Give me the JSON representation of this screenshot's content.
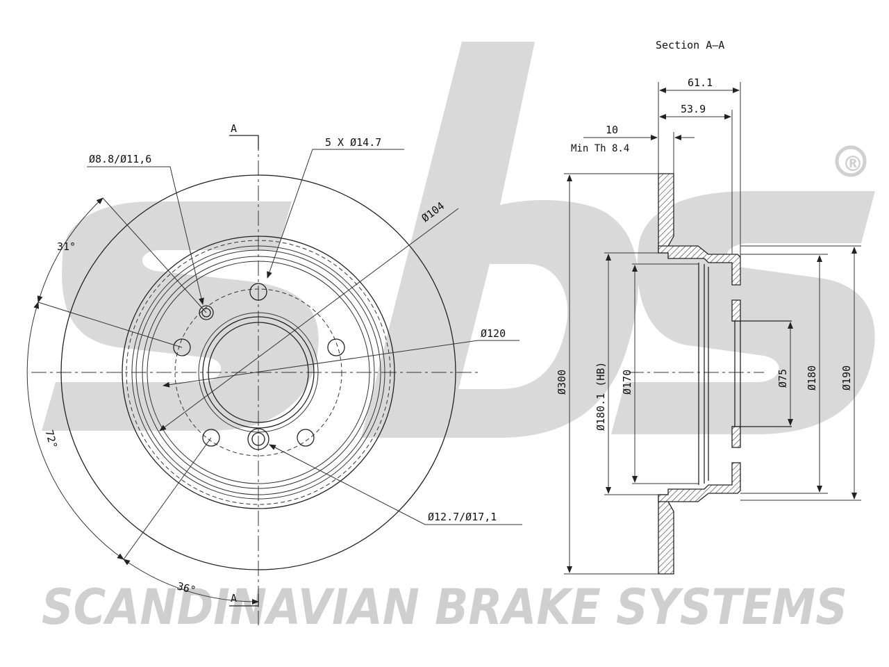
{
  "watermark": {
    "logo": "sbs",
    "registered": "®",
    "company": "SCANDINAVIAN BRAKE SYSTEMS"
  },
  "front_view": {
    "section_marker_top": "A",
    "section_marker_bottom": "A",
    "labels": {
      "bolt_holes": "5 X Ø14.7",
      "small_hole": "Ø8.8/Ø11,6",
      "pcd": "Ø104",
      "hub_dia": "Ø120",
      "wheel_hole": "Ø12.7/Ø17,1",
      "angle_31": "31°",
      "angle_72": "72°",
      "angle_36": "36°"
    }
  },
  "section_view": {
    "title": "Section A–A",
    "labels": {
      "total_height": "61.1",
      "hat_height": "53.9",
      "thickness": "10",
      "min_thickness": "Min Th 8.4",
      "outer_dia": "Ø300",
      "hb_dia": "Ø180.1 (HB)",
      "dia_170": "Ø170",
      "center_bore": "Ø75",
      "dia_180": "Ø180",
      "dia_190": "Ø190"
    }
  },
  "colors": {
    "line": "#222222",
    "watermark": "#cfcfcf"
  }
}
